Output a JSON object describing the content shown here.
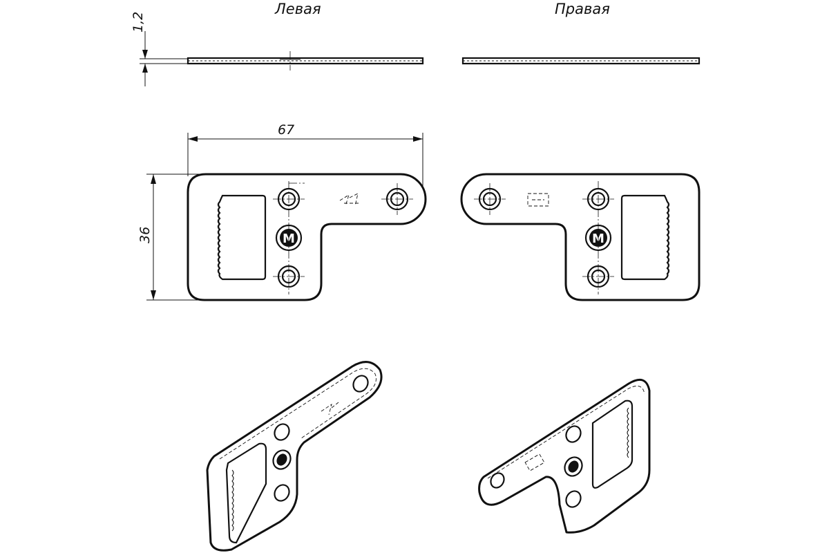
{
  "views": {
    "left_label": "Левая",
    "right_label": "Правая"
  },
  "dimensions": {
    "thickness": "1,2",
    "width": "67",
    "height": "36"
  },
  "center_mark": "M"
}
